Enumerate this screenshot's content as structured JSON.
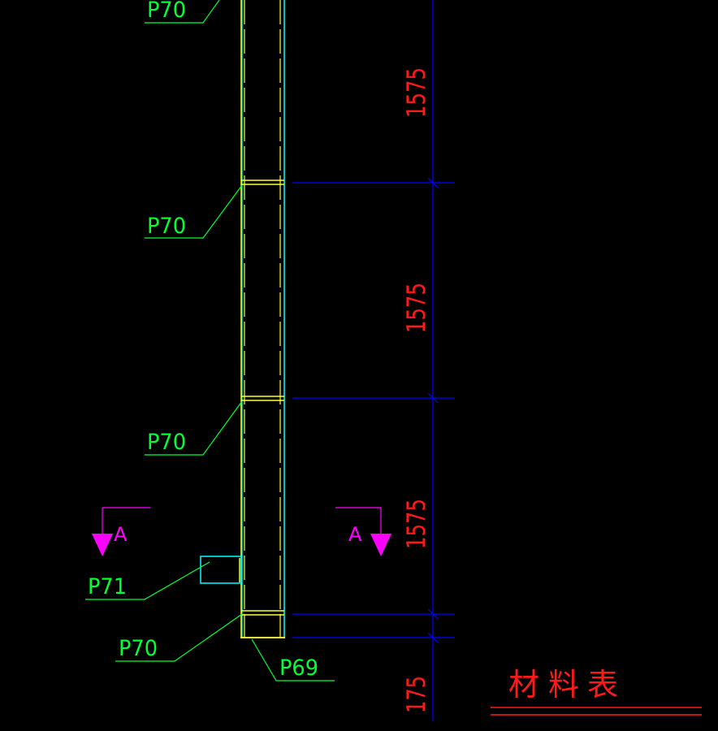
{
  "colors": {
    "background": "#000000",
    "leader": "#00ff33",
    "column_outline": "#ffff33",
    "column_axis": "#00ffff",
    "dimension_line": "#0000ff",
    "dimension_text": "#ff1a1a",
    "section_marker": "#ff00ff",
    "title": "#ff1a1a"
  },
  "part_labels": {
    "p70_top": "P70",
    "p70_upper": "P70",
    "p70_mid": "P70",
    "p71": "P71",
    "p70_bottom": "P70",
    "p69": "P69"
  },
  "dimensions": {
    "d1": "1575",
    "d2": "1575",
    "d3": "1575",
    "d4": "175"
  },
  "section_cut": {
    "left_label": "A",
    "right_label": "A"
  },
  "material_table": {
    "title_char_1": "材",
    "title_char_2": "料",
    "title_char_3": "表"
  }
}
